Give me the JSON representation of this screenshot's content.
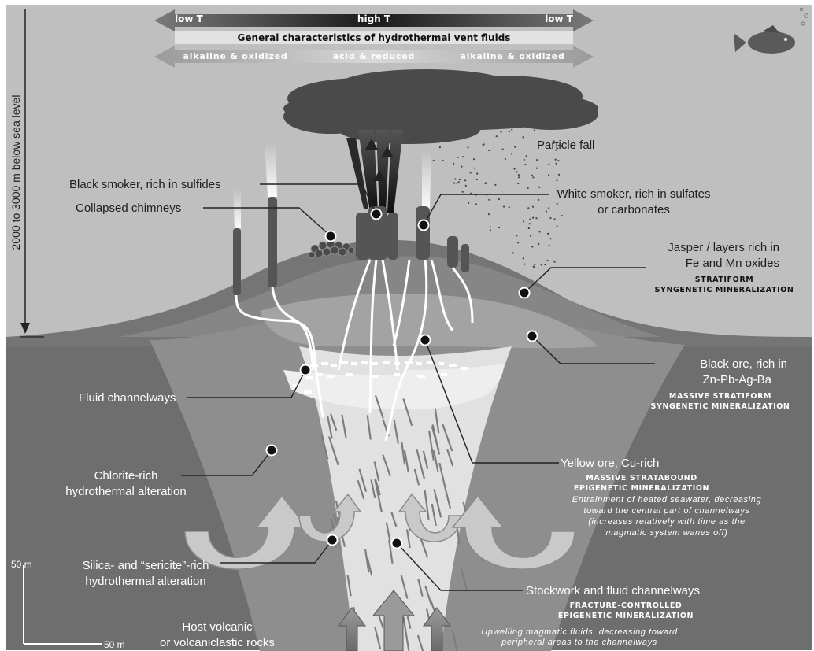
{
  "header": {
    "low_t_left": "low T",
    "high_t": "high T",
    "low_t_right": "low T",
    "title": "General characteristics of hydrothermal vent fluids",
    "alkaline_left": "alkaline & oxidized",
    "acid": "acid & reduced",
    "alkaline_right": "alkaline & oxidized"
  },
  "depth_label": "2000 to 3000 m below sea level",
  "labels": {
    "particle_fall": "Particle fall",
    "black_smoker": "Black smoker, rich in sulfides",
    "collapsed_chimneys": "Collapsed chimneys",
    "white_smoker_1": "White smoker, rich in sulfates",
    "white_smoker_2": "or carbonates",
    "jasper_1": "Jasper / layers rich in",
    "jasper_2": "Fe and Mn oxides",
    "stratiform_1": "STRATIFORM",
    "stratiform_2": "SYNGENETIC MINERALIZATION",
    "black_ore_1": "Black ore, rich in",
    "black_ore_2": "Zn-Pb-Ag-Ba",
    "massive_stratiform_1": "MASSIVE STRATIFORM",
    "massive_stratiform_2": "SYNGENETIC MINERALIZATION",
    "fluid_channelways": "Fluid channelways",
    "yellow_ore": "Yellow ore, Cu-rich",
    "massive_stratabound_1": "MASSIVE STRATABOUND",
    "massive_stratabound_2": "EPIGENETIC MINERALIZATION",
    "chlorite_1": "Chlorite-rich",
    "chlorite_2": "hydrothermal alteration",
    "entrainment_1": "Entrainment of heated seawater, decreasing",
    "entrainment_2": "toward the central part of channelways",
    "entrainment_3": "(increases relatively with time as the",
    "entrainment_4": "magmatic system wanes off)",
    "silica_1": "Silica- and “sericite”-rich",
    "silica_2": "hydrothermal alteration",
    "stockwork": "Stockwork and fluid channelways",
    "fracture_1": "FRACTURE-CONTROLLED",
    "fracture_2": "EPIGENETIC MINERALIZATION",
    "host_1": "Host volcanic",
    "host_2": "or volcaniclastic rocks",
    "upwelling_1": "Upwelling magmatic fluids, decreasing toward",
    "upwelling_2": "peripheral areas to the channelways"
  },
  "scale": {
    "vertical": "50 m",
    "horizontal": "50 m"
  }
}
